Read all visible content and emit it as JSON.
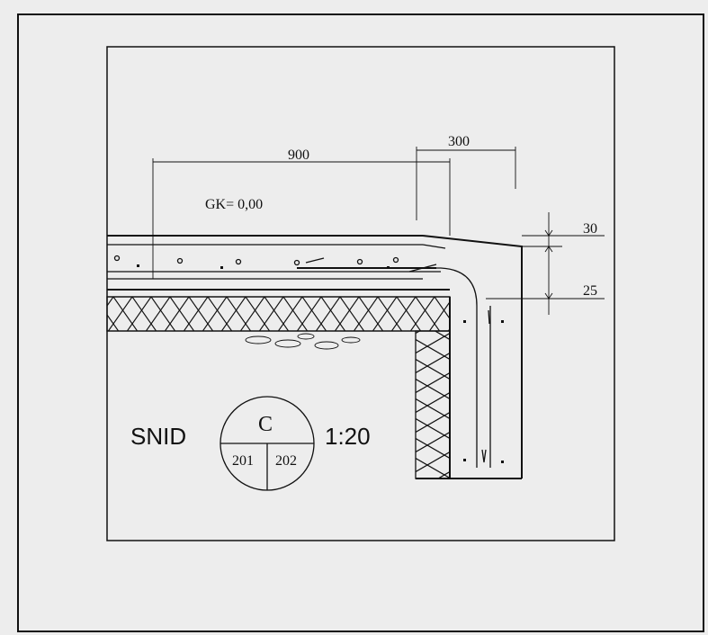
{
  "drawing": {
    "dim_top_width": "900",
    "dim_top_right": "300",
    "level_label": "GK= 0,00",
    "dim_right_top": "30",
    "dim_right_bottom": "25",
    "section_prefix": "SNID",
    "section_letter": "C",
    "section_sheet_left": "201",
    "section_sheet_right": "202",
    "scale": "1:20"
  }
}
